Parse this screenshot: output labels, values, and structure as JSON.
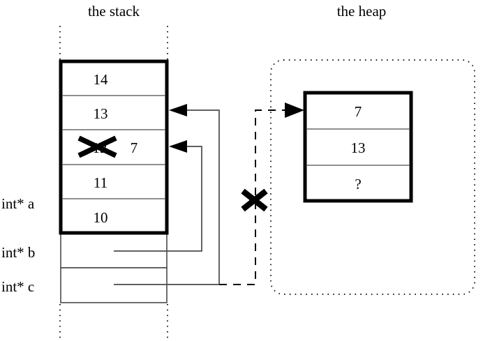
{
  "titles": {
    "stack": "the stack",
    "heap": "the heap"
  },
  "stack": {
    "frame_cells": [
      {
        "value": "14"
      },
      {
        "value": "13"
      },
      {
        "value": "7",
        "struck_value": "12",
        "struck": true
      },
      {
        "value": "11"
      },
      {
        "value": "10"
      }
    ],
    "pointer_cells": [
      {
        "label": "int* b"
      },
      {
        "label": "int* c"
      }
    ],
    "labels": [
      {
        "text": "int* a"
      },
      {
        "text": "int* b"
      },
      {
        "text": "int* c"
      }
    ]
  },
  "heap": {
    "cells": [
      {
        "value": "7"
      },
      {
        "value": "13"
      },
      {
        "value": "?"
      }
    ]
  },
  "annotations": {
    "struck_stack_value": "12",
    "new_stack_value": "7",
    "invalid_pointer_mark": "X",
    "unknown_value": "?"
  },
  "colors": {
    "ink": "#000000",
    "thin_line": "#4a4a4a",
    "row_separator": "#6a6a6a",
    "background": "#ffffff"
  }
}
